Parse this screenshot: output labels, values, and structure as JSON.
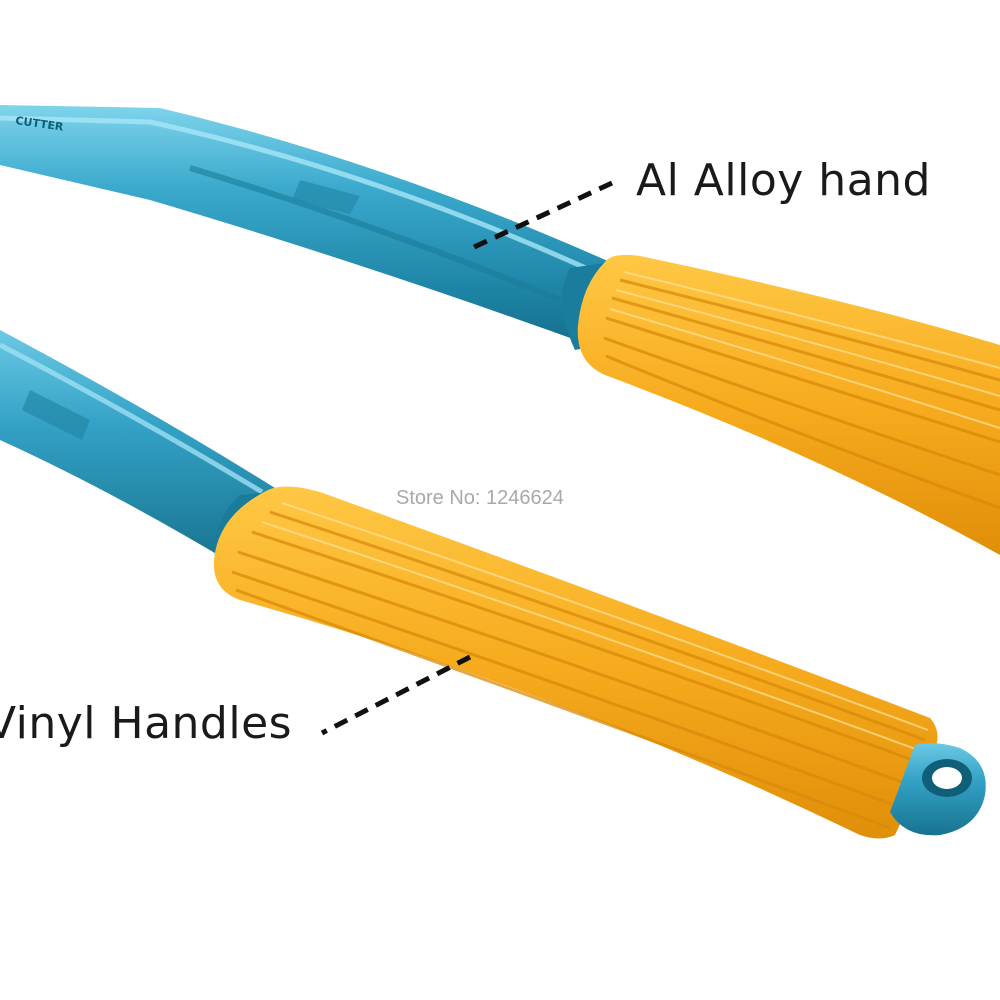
{
  "callouts": {
    "top_label": "Al Alloy hand",
    "bottom_label": "Vinyl Handles"
  },
  "watermark": "Store No: 1246624",
  "engraving": "CUTTER",
  "colors": {
    "background": "#ffffff",
    "alloy_handle": "#2fa0c4",
    "vinyl_grip": "#f5a81c",
    "callout_text": "#1a1a1a",
    "leader_line": "#111111",
    "watermark": "#a9a9a9"
  }
}
